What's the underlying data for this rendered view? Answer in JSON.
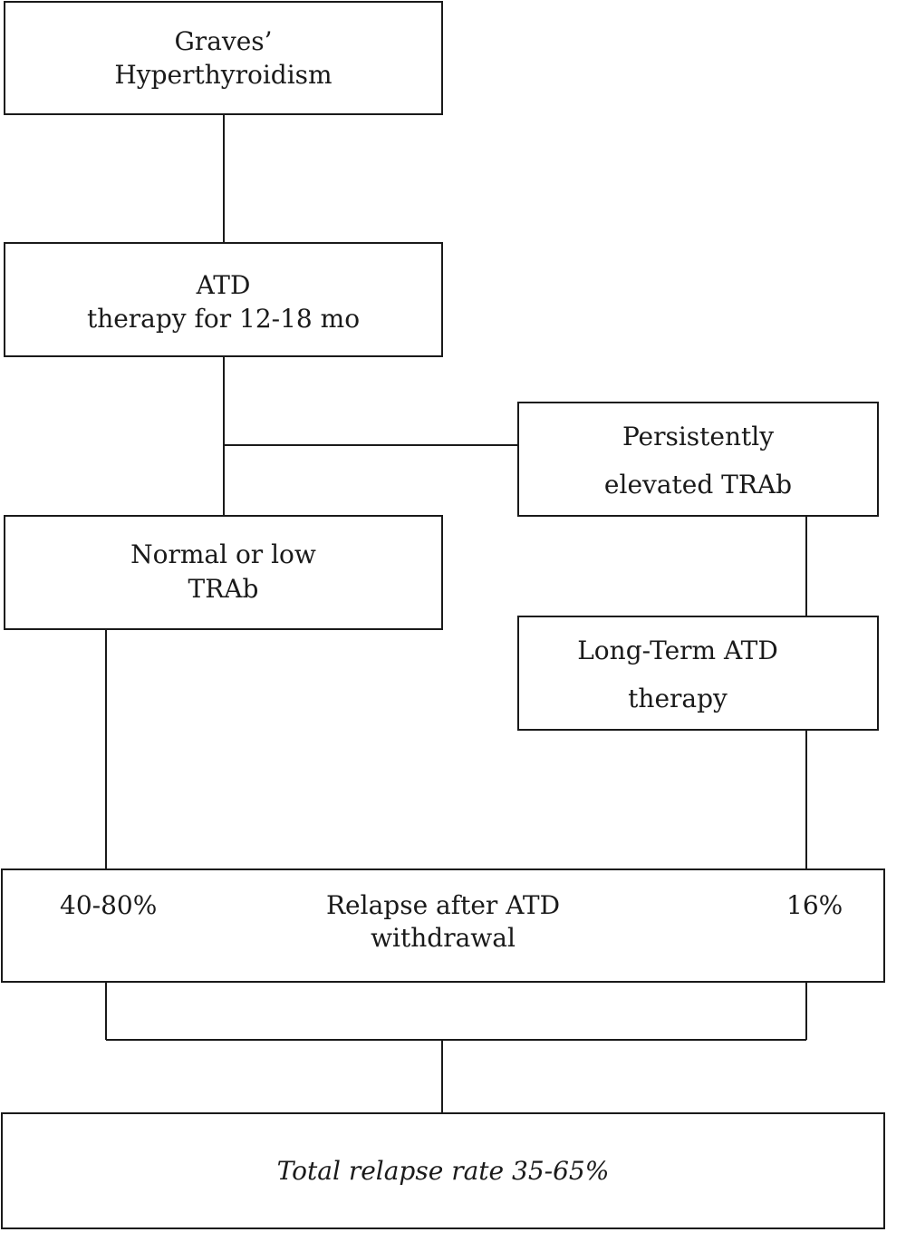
{
  "nodes": {
    "graves": {
      "lines": [
        "Graves’",
        "Hyperthyroidism"
      ]
    },
    "atd_therapy": {
      "lines": [
        "ATD",
        "therapy for 12-18 mo"
      ]
    },
    "persistent_trab": {
      "lines": [
        "Persistently",
        "elevated TRAb"
      ]
    },
    "normal_trab": {
      "lines": [
        "Normal or low",
        "TRAb"
      ]
    },
    "long_term_atd": {
      "lines": [
        "Long-Term ATD",
        "therapy"
      ]
    },
    "relapse": {
      "lines": [
        "Relapse after ATD",
        "withdrawal"
      ],
      "left_rate": "40-80%",
      "right_rate": "16%"
    },
    "total": {
      "text": "Total relapse rate 35-65%"
    }
  },
  "colors": {
    "stroke": "#1a1a1a",
    "background": "#ffffff"
  }
}
